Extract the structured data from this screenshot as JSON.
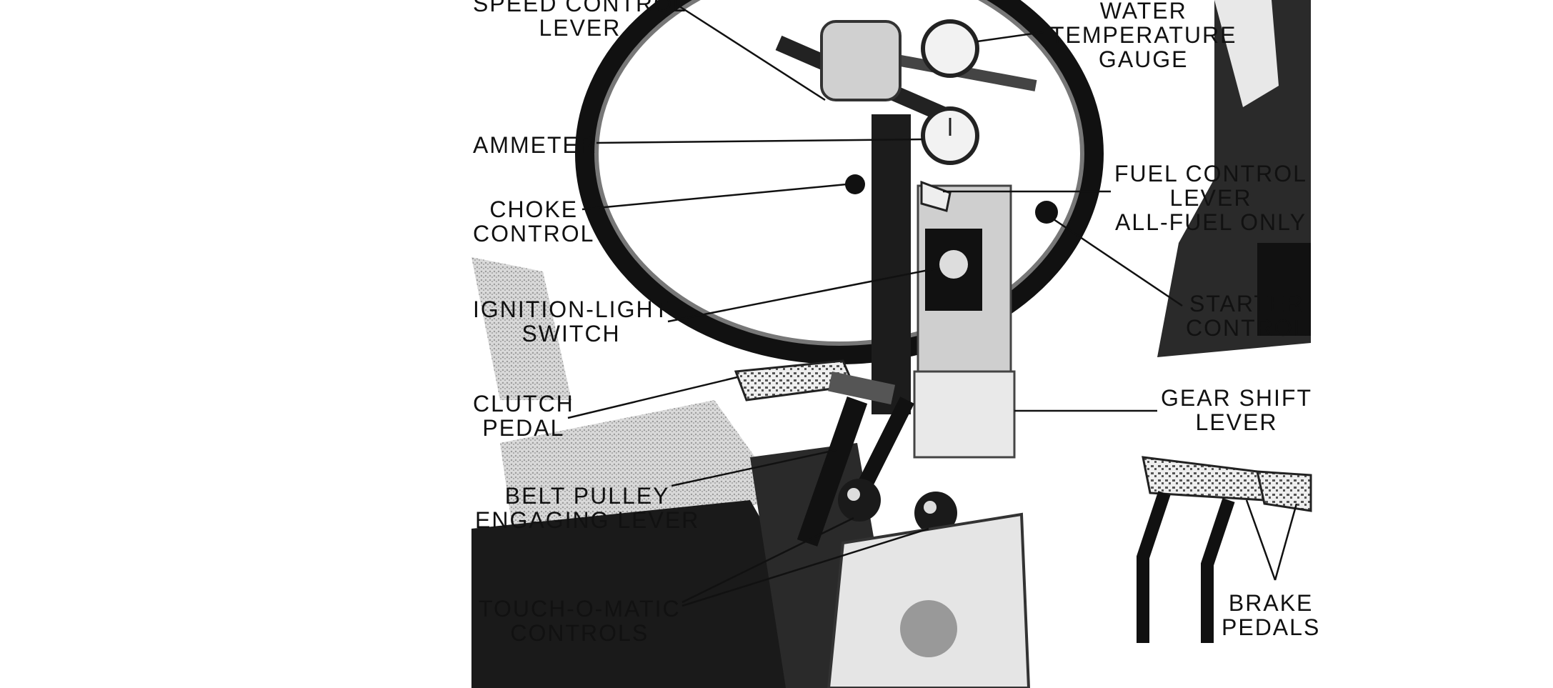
{
  "labels": {
    "speed_control": [
      "SPEED CONTROL",
      "LEVER"
    ],
    "water_temp": [
      "WATER",
      "TEMPERATURE",
      "GAUGE"
    ],
    "ammeter": [
      "AMMETER"
    ],
    "choke": [
      "CHOKE",
      "CONTROL"
    ],
    "fuel_control": [
      "FUEL CONTROL",
      "LEVER",
      "ALL-FUEL ONLY"
    ],
    "ignition": [
      "IGNITION-LIGHT",
      "SWITCH"
    ],
    "starter": [
      "STARTER",
      "CONTROL"
    ],
    "clutch": [
      "CLUTCH",
      "PEDAL"
    ],
    "gear_shift": [
      "GEAR SHIFT",
      "LEVER"
    ],
    "belt_pulley": [
      "BELT PULLEY",
      "ENGAGING LEVER"
    ],
    "touch_o_matic": [
      "TOUCH-O-MATIC",
      "CONTROLS"
    ],
    "brake": [
      "BRAKE",
      "PEDALS"
    ]
  },
  "colors": {
    "ink": "#111111",
    "paper": "#ffffff",
    "mid": "#6b6b6b",
    "light": "#bdbdbd"
  }
}
